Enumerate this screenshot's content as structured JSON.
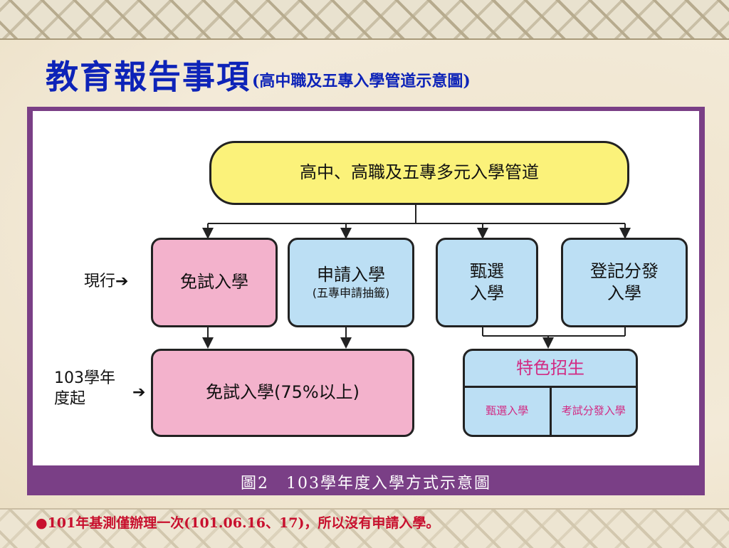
{
  "slide": {
    "title": "教育報告事項",
    "subtitle": "(高中職及五專入學管道示意圖)",
    "footnote": "●101年基測僅辦理一次(101.06.16、17)，所以沒有申請入學。"
  },
  "diagram": {
    "root": "高中、高職及五專多元入學管道",
    "current_label": "現行",
    "future_label_line1": "103學年",
    "future_label_line2": "度起",
    "arrow_glyph": "➔",
    "nodes": {
      "exam_free": "免試入學",
      "apply_line1": "申請入學",
      "apply_line2": "(五專申請抽籤)",
      "select_line1": "甄選",
      "select_line2": "入學",
      "register_line1": "登記分發",
      "register_line2": "入學",
      "exam_free_103": "免試入學(75%以上)",
      "special": "特色招生",
      "special_select": "甄選入學",
      "special_exam": "考試分發入學"
    },
    "caption": "圖2　103學年度入學方式示意圖",
    "colors": {
      "root": "#fbf27a",
      "pink": "#f3b2cc",
      "blue": "#bcdff4",
      "special_text": "#d22a83",
      "frame": "#7a3f86",
      "title": "#0d23b8",
      "footnote": "#c8102e"
    }
  }
}
